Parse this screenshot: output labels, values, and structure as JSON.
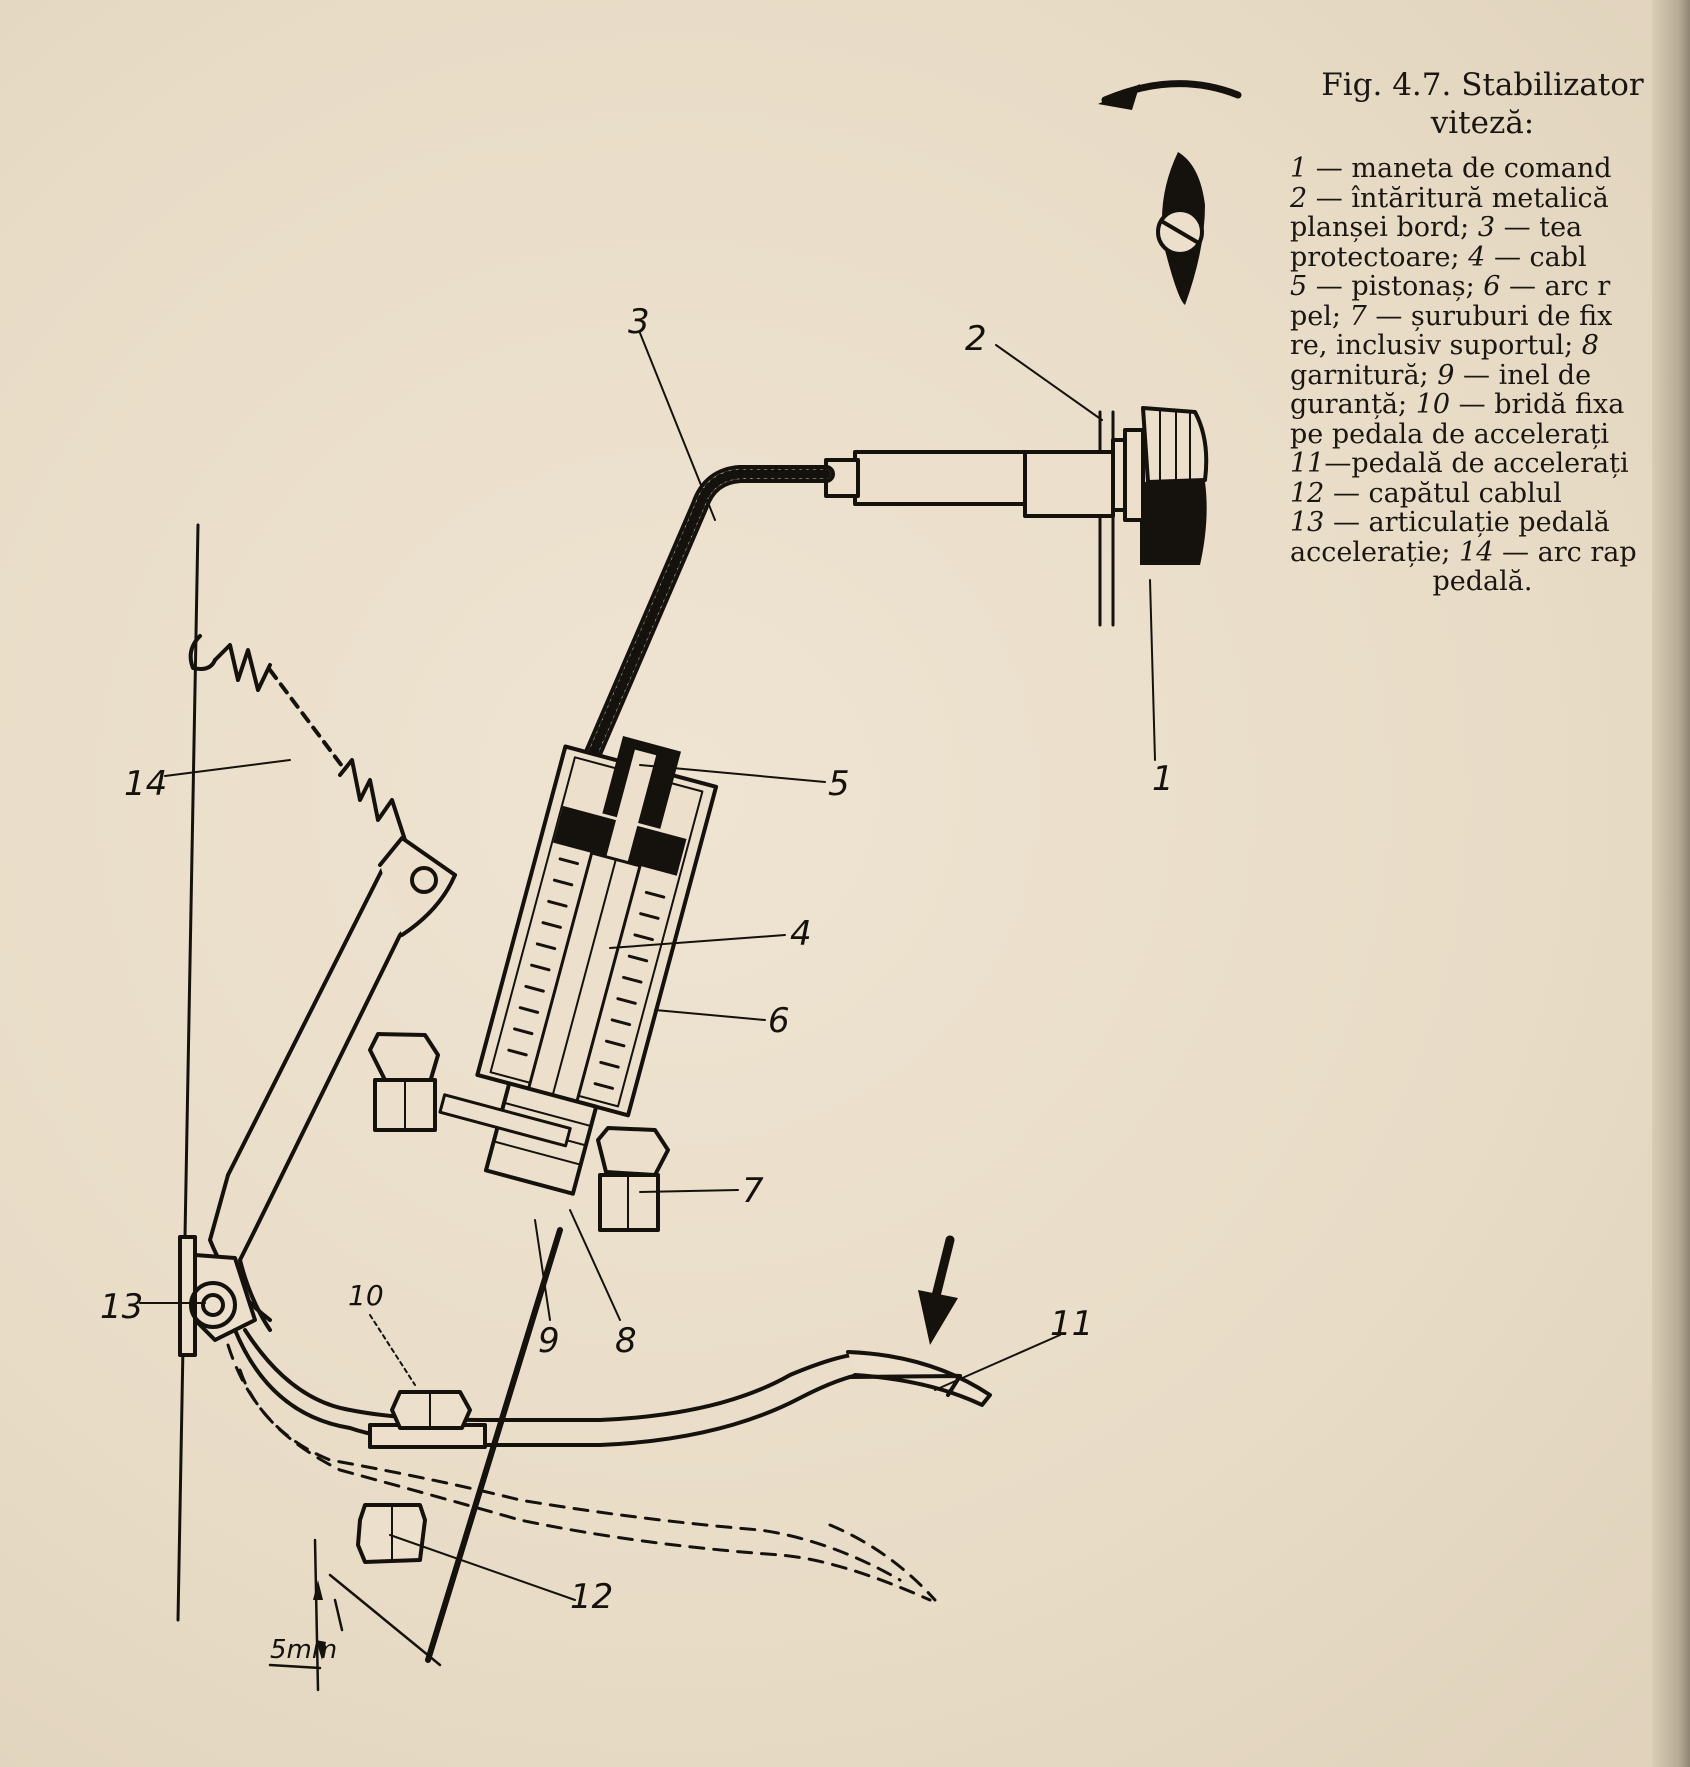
{
  "figure": {
    "caption_title_line1": "Fig. 4.7. Stabilizator",
    "caption_title_line2": "viteză:",
    "legend_lines": [
      [
        {
          "n": "1"
        },
        {
          "t": " — maneta de comand"
        }
      ],
      [
        {
          "n": "2"
        },
        {
          "t": " — întăritură metalică"
        }
      ],
      [
        {
          "t": "planșei bord; "
        },
        {
          "n": "3"
        },
        {
          "t": " — tea"
        }
      ],
      [
        {
          "t": "protectoare; "
        },
        {
          "n": "4"
        },
        {
          "t": " — cabl"
        }
      ],
      [
        {
          "n": "5"
        },
        {
          "t": " — pistonaș; "
        },
        {
          "n": "6"
        },
        {
          "t": " — arc r"
        }
      ],
      [
        {
          "t": "pel; "
        },
        {
          "n": "7"
        },
        {
          "t": " — șuruburi de fix"
        }
      ],
      [
        {
          "t": "re, inclusiv suportul; "
        },
        {
          "n": "8"
        }
      ],
      [
        {
          "t": "garnitură; "
        },
        {
          "n": "9"
        },
        {
          "t": " — inel de"
        }
      ],
      [
        {
          "t": "guranță; "
        },
        {
          "n": "10"
        },
        {
          "t": " — bridă fixa"
        }
      ],
      [
        {
          "t": "pe pedala de accelerați"
        }
      ],
      [
        {
          "n": "11"
        },
        {
          "t": "—pedală de accelerați"
        }
      ],
      [
        {
          "n": "12"
        },
        {
          "t": " — capătul cablul"
        }
      ],
      [
        {
          "n": "13"
        },
        {
          "t": " — articulație pedală"
        }
      ],
      [
        {
          "t": "accelerație; "
        },
        {
          "n": "14"
        },
        {
          "t": " — arc rap"
        }
      ],
      [
        {
          "t": "pedală.",
          "end": true
        }
      ]
    ],
    "part_labels": {
      "p1": "1",
      "p2": "2",
      "p3": "3",
      "p4": "4",
      "p5": "5",
      "p6": "6",
      "p7": "7",
      "p8": "8",
      "p9": "9",
      "p10": "10",
      "p11": "11",
      "p12": "12",
      "p13": "13",
      "p14": "14"
    },
    "dimension_label": "5mm"
  }
}
